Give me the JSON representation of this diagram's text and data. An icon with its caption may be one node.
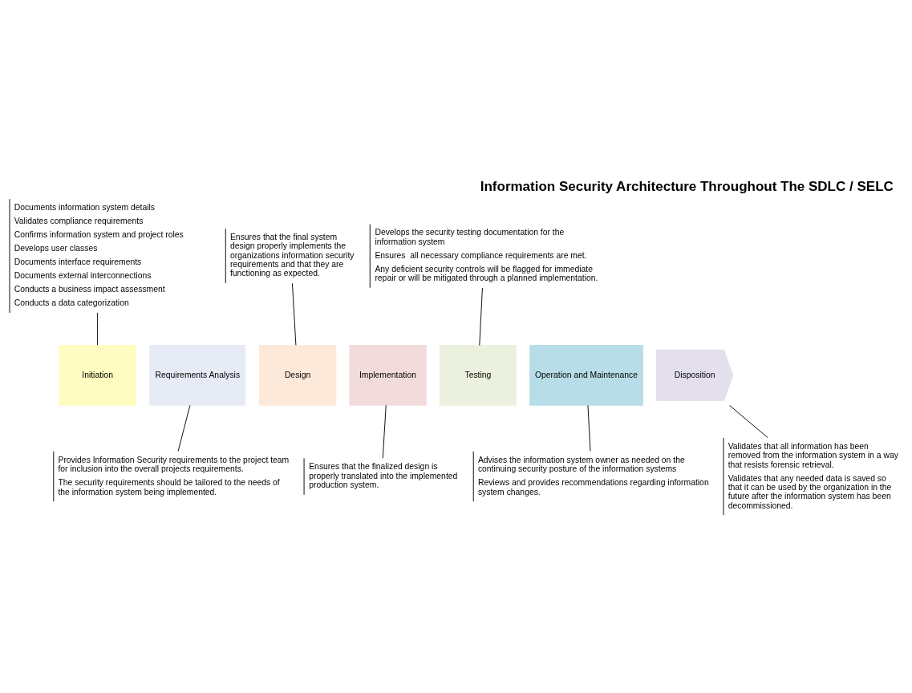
{
  "diagram": {
    "title": "Information Security Architecture Throughout The SDLC / SELC",
    "nodes": [
      {
        "text": [
          "Initiation"
        ]
      },
      {
        "text": [
          "Requirements Analysis"
        ]
      },
      {
        "text": [
          "Design"
        ]
      },
      {
        "text": [
          "Implementation"
        ]
      },
      {
        "text": [
          "Testing"
        ]
      },
      {
        "text": [
          "Operation and Maintenance"
        ]
      },
      {
        "text": [
          "Disposition"
        ]
      },
      {
        "text": [
          "Documents information system details",
          "Validates compliance requirements",
          "Confirms information system and project roles",
          "Develops user classes",
          "Documents interface requirements",
          "Documents external interconnections",
          "Conducts a business impact assessment",
          "Conducts a data categorization"
        ]
      },
      {
        "text": [
          "Ensures that the final system design properly implements the organizations information security requirements and that they are functioning as expected."
        ]
      },
      {
        "text": [
          "Develops the security testing documentation for the information system",
          "Ensures  all necessary compliance requirements are met.",
          "Any deficient security controls will be flagged for immediate repair or will be mitigated through a planned implementation."
        ]
      },
      {
        "text": [
          "Ensures that the finalized design is properly translated into the implemented production system."
        ]
      },
      {
        "text": [
          "Provides Information Security requirements to the project team for inclusion into the overall projects requirements.",
          "The security requirements should be tailored to the needs of the information system being implemented."
        ]
      },
      {
        "text": [
          "Advises the information system owner as needed on the continuing security posture of the information systems",
          "Reviews and provides recommendations regarding information system changes."
        ]
      },
      {
        "text": [
          "Validates that all information has been removed from the information system in a way that resists forensic retrieval.",
          "Validates that any needed data is saved so that it can be used by the organization in the future after the information system has been decommissioned."
        ]
      }
    ],
    "edges": [
      {
        "from": 7,
        "to": 0,
        "arrow": "none"
      },
      {
        "from": 8,
        "to": 2,
        "arrow": "none"
      },
      {
        "from": 9,
        "to": 4,
        "arrow": "none"
      },
      {
        "from": 3,
        "to": 10,
        "arrow": "none"
      },
      {
        "from": 1,
        "to": 11,
        "arrow": "none"
      },
      {
        "from": 5,
        "to": 12,
        "arrow": "none"
      },
      {
        "from": 6,
        "to": 13,
        "arrow": "none"
      }
    ]
  }
}
